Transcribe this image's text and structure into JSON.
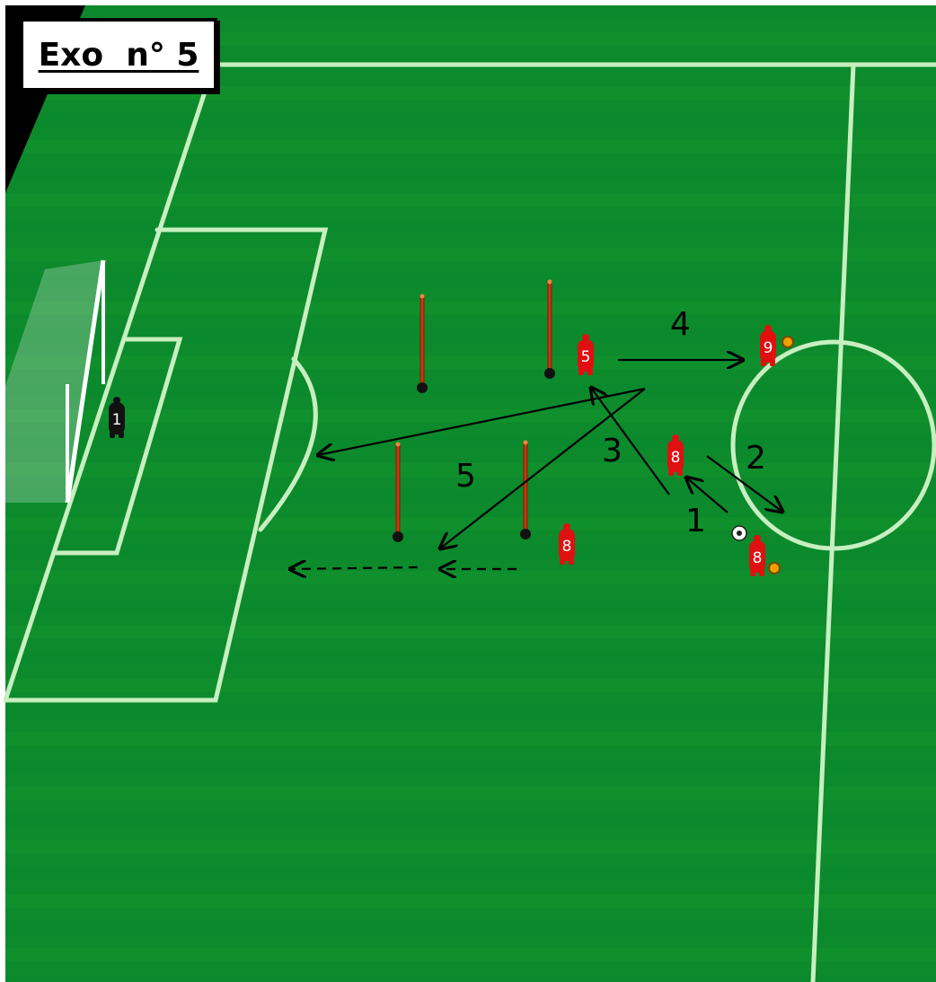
{
  "title": "Exo  n° 5",
  "pitch": {
    "grass_dark": "#0a8a2e",
    "grass_light": "#13962f",
    "line_color": "#c8f0c8"
  },
  "players": [
    {
      "id": "goalkeeper",
      "number": "1",
      "team": "defending",
      "color": "#111111"
    },
    {
      "id": "player-5",
      "number": "5",
      "team": "attacking",
      "color": "#e01010"
    },
    {
      "id": "player-9",
      "number": "9",
      "team": "attacking",
      "color": "#e01010"
    },
    {
      "id": "player-8-center",
      "number": "8",
      "team": "attacking",
      "color": "#e01010"
    },
    {
      "id": "player-8-lower",
      "number": "8",
      "team": "attacking",
      "color": "#e01010"
    },
    {
      "id": "player-8-ball",
      "number": "8",
      "team": "attacking",
      "color": "#e01010"
    }
  ],
  "step_labels": [
    "1",
    "2",
    "3",
    "4",
    "5"
  ],
  "equipment": {
    "poles": 4,
    "cone_color": "#f0a000",
    "ball": "soccer-ball-icon"
  },
  "arrows": {
    "solid": "pass",
    "dashed": "run"
  }
}
